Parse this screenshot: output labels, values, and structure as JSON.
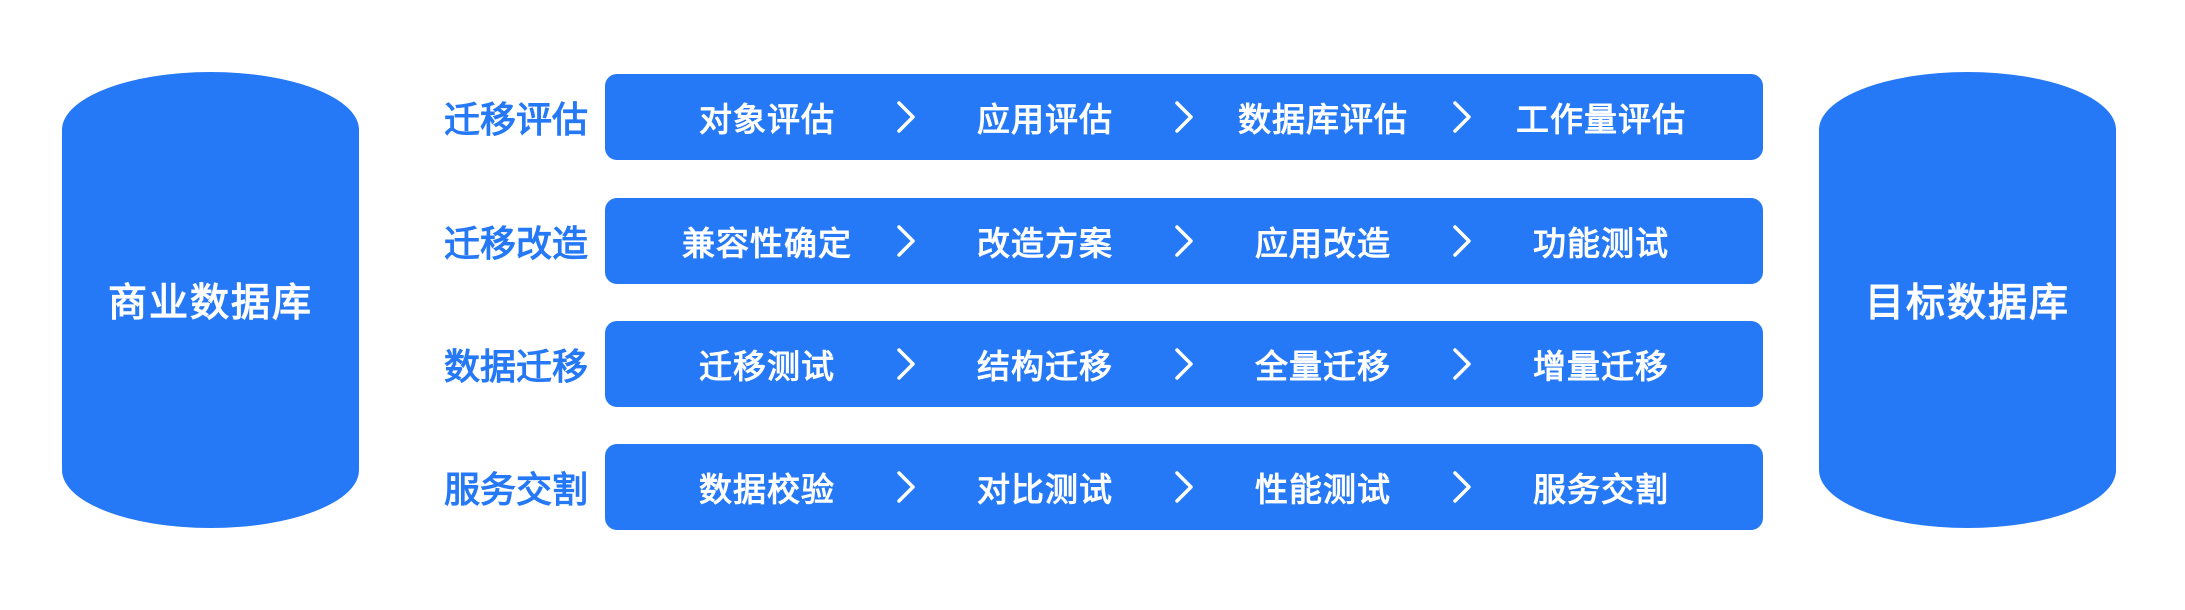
{
  "colors": {
    "primary": "#2578f6",
    "text_on_primary": "#ffffff",
    "background": "#ffffff"
  },
  "icons": {
    "step_separator": "chevron-right-icon",
    "step_separator_glyph": "›"
  },
  "diagram": {
    "source_database": {
      "label": "商业数据库"
    },
    "target_database": {
      "label": "目标数据库"
    },
    "phases": [
      {
        "label": "迁移评估",
        "steps": [
          "对象评估",
          "应用评估",
          "数据库评估",
          "工作量评估"
        ]
      },
      {
        "label": "迁移改造",
        "steps": [
          "兼容性确定",
          "改造方案",
          "应用改造",
          "功能测试"
        ]
      },
      {
        "label": "数据迁移",
        "steps": [
          "迁移测试",
          "结构迁移",
          "全量迁移",
          "增量迁移"
        ]
      },
      {
        "label": "服务交割",
        "steps": [
          "数据校验",
          "对比测试",
          "性能测试",
          "服务交割"
        ]
      }
    ]
  }
}
